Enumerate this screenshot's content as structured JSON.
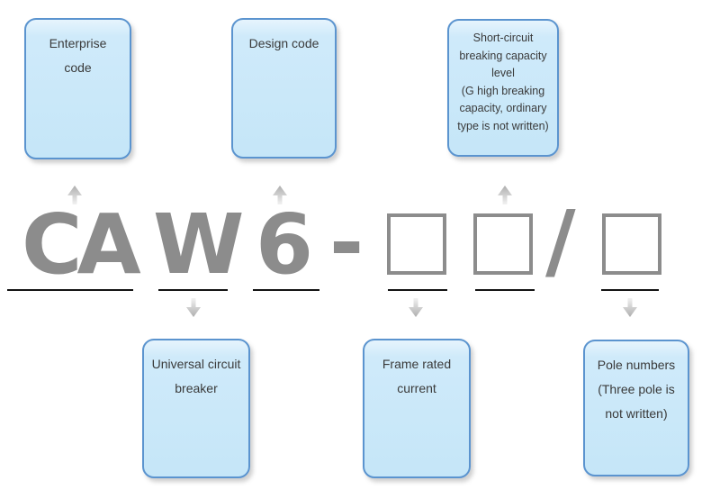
{
  "code_line": {
    "enterprise_code": "CA",
    "breaker_type_code": "W",
    "design_code": "6",
    "dash_separator": "-",
    "slash_separator": "/",
    "placeholder_squares": 3
  },
  "callouts": {
    "top": [
      {
        "id": "enterprise-code",
        "text": "Enterprise\ncode"
      },
      {
        "id": "design-code",
        "text": "Design code"
      },
      {
        "id": "short-circuit",
        "text": "Short-circuit\nbreaking capacity\nlevel\n(G high breaking\ncapacity, ordinary\ntype is not written)"
      }
    ],
    "bottom": [
      {
        "id": "universal-circuit-breaker",
        "text": "Universal circuit\nbreaker"
      },
      {
        "id": "frame-rated-current",
        "text": "Frame rated\ncurrent"
      },
      {
        "id": "pole-numbers",
        "text": "Pole numbers\n(Three pole is\nnot written)"
      }
    ]
  },
  "icons": {
    "up_arrow": "up-arrow-icon",
    "down_arrow": "down-arrow-icon"
  },
  "colors": {
    "box_fill": "#cfeafa",
    "box_border": "#5b94cf",
    "box_text": "#3a3a3a",
    "code_gray": "#8c8c8c",
    "underline": "#141414",
    "arrow_gray_dark": "#b0b0b0",
    "arrow_gray_light": "#f2f2f2",
    "background": "#ffffff"
  }
}
